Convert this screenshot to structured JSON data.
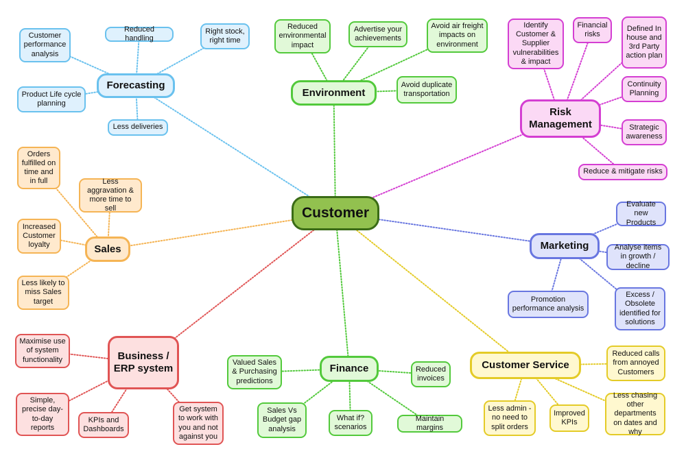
{
  "center": "Customer",
  "branches": {
    "forecasting": {
      "title": "Forecasting",
      "items": {
        "reduced_handling": "Reduced handling",
        "right_stock": "Right stock, right time",
        "customer_performance": "Customer performance analysis",
        "product_life_cycle": "Product Life cycle planning",
        "less_deliveries": "Less deliveries"
      }
    },
    "environment": {
      "title": "Environment",
      "items": {
        "reduced_impact": "Reduced environmental impact",
        "advertise": "Advertise your achievements",
        "air_freight": "Avoid air freight impacts on environment",
        "duplicate_transport": "Avoid duplicate transportation"
      }
    },
    "risk": {
      "title": "Risk Management",
      "items": {
        "vulnerabilities": "Identify Customer & Supplier vulnerabilities & impact",
        "financial_risks": "Financial risks",
        "action_plan": "Defined In house and 3rd Party action plan",
        "continuity": "Continuity Planning",
        "strategic": "Strategic awareness",
        "mitigate": "Reduce & mitigate risks"
      }
    },
    "marketing": {
      "title": "Marketing",
      "items": {
        "evaluate": "Evaluate new Products",
        "analyse": "Analyse items in growth / decline",
        "excess": "Excess / Obsolete identified for solutions",
        "promotion": "Promotion performance analysis"
      }
    },
    "customer_service": {
      "title": "Customer Service",
      "items": {
        "reduced_calls": "Reduced calls from annoyed Customers",
        "less_chasing": "Less chasing other departments on dates and why",
        "improved_kpis": "Improved KPIs",
        "less_admin": "Less admin - no need to split orders"
      }
    },
    "finance": {
      "title": "Finance",
      "items": {
        "valued_sales": "Valued Sales & Purchasing predictions",
        "reduced_invoices": "Reduced invoices",
        "budget_gap": "Sales Vs Budget gap analysis",
        "what_if": "What if? scenarios",
        "margins": "Maintain margins"
      }
    },
    "business": {
      "title": "Business / ERP system",
      "items": {
        "maximise": "Maximise use of system functionality",
        "simple_reports": "Simple, precise day-to-day reports",
        "kpis_dashboards": "KPIs and Dashboards",
        "get_system": "Get system to work with you and not against you"
      }
    },
    "sales": {
      "title": "Sales",
      "items": {
        "orders_fulfilled": "Orders fulfilled on time and in full",
        "less_aggravation": "Less aggravation & more time to sell",
        "loyalty": "Increased Customer loyalty",
        "less_likely": "Less likely to miss Sales target"
      }
    }
  },
  "colors": {
    "forecasting": "#69c1ee",
    "environment": "#52c93b",
    "risk": "#d43ed2",
    "marketing": "#6876e0",
    "customer_service": "#e4cb27",
    "finance": "#52c93b",
    "business": "#e05454",
    "sales": "#f5b454",
    "center": "#92c14f"
  }
}
